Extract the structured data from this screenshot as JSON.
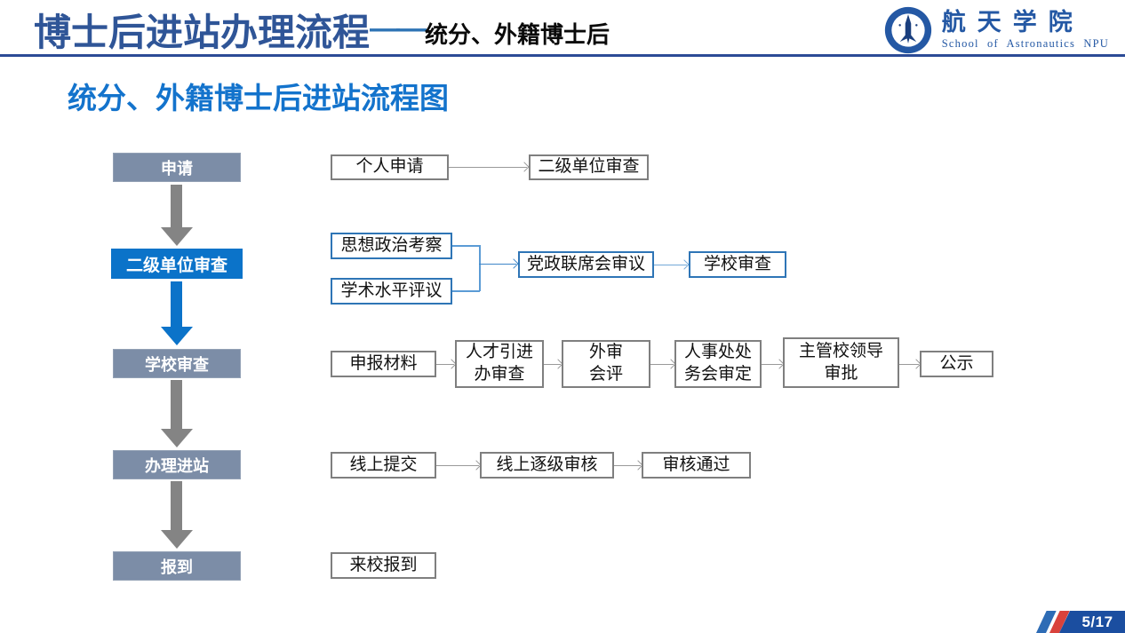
{
  "header": {
    "title": "博士后进站办理流程",
    "title_dash": "——",
    "title_suffix": "统分、外籍博士后",
    "logo": {
      "cn": "航天学院",
      "en": "School of Astronautics NPU",
      "emblem_icon": "rocket-circle-emblem"
    }
  },
  "section_title": "统分、外籍博士后进站流程图",
  "stages": [
    {
      "label": "申请",
      "variant": "gray"
    },
    {
      "label": "二级单位审查",
      "variant": "blue"
    },
    {
      "label": "学校审查",
      "variant": "gray"
    },
    {
      "label": "办理进站",
      "variant": "gray"
    },
    {
      "label": "报到",
      "variant": "gray"
    }
  ],
  "stage_arrow_colors": [
    "gray",
    "blue",
    "gray",
    "gray"
  ],
  "flows": {
    "apply": [
      "个人申请",
      "二级单位审查"
    ],
    "unit_review": [
      "思想政治考察",
      "学术水平评议",
      "党政联席会审议",
      "学校审查"
    ],
    "school_review": [
      "申报材料",
      "人才引进\n办审查",
      "外审\n会评",
      "人事处处\n务会审定",
      "主管校领导\n审批",
      "公示"
    ],
    "entry": [
      "线上提交",
      "线上逐级审核",
      "审核通过"
    ],
    "report": [
      "来校报到"
    ]
  },
  "footer": {
    "page": "5/17"
  },
  "colors": {
    "title_navy": "#2F5597",
    "dash_blue": "#2E74B5",
    "header_line": "#2B4A96",
    "section_blue": "#1373CC",
    "stage_gray": "#7C8DA7",
    "stage_blue": "#0B73C9",
    "box_border_gray": "#7F7F7F",
    "box_border_blue": "#2E75B6",
    "connector_blue": "#5B9BD5",
    "arrow_gray": "#848484",
    "footer_blue": "#1B4EA0",
    "footer_red": "#D9423C",
    "logo_blue": "#2458A4"
  }
}
